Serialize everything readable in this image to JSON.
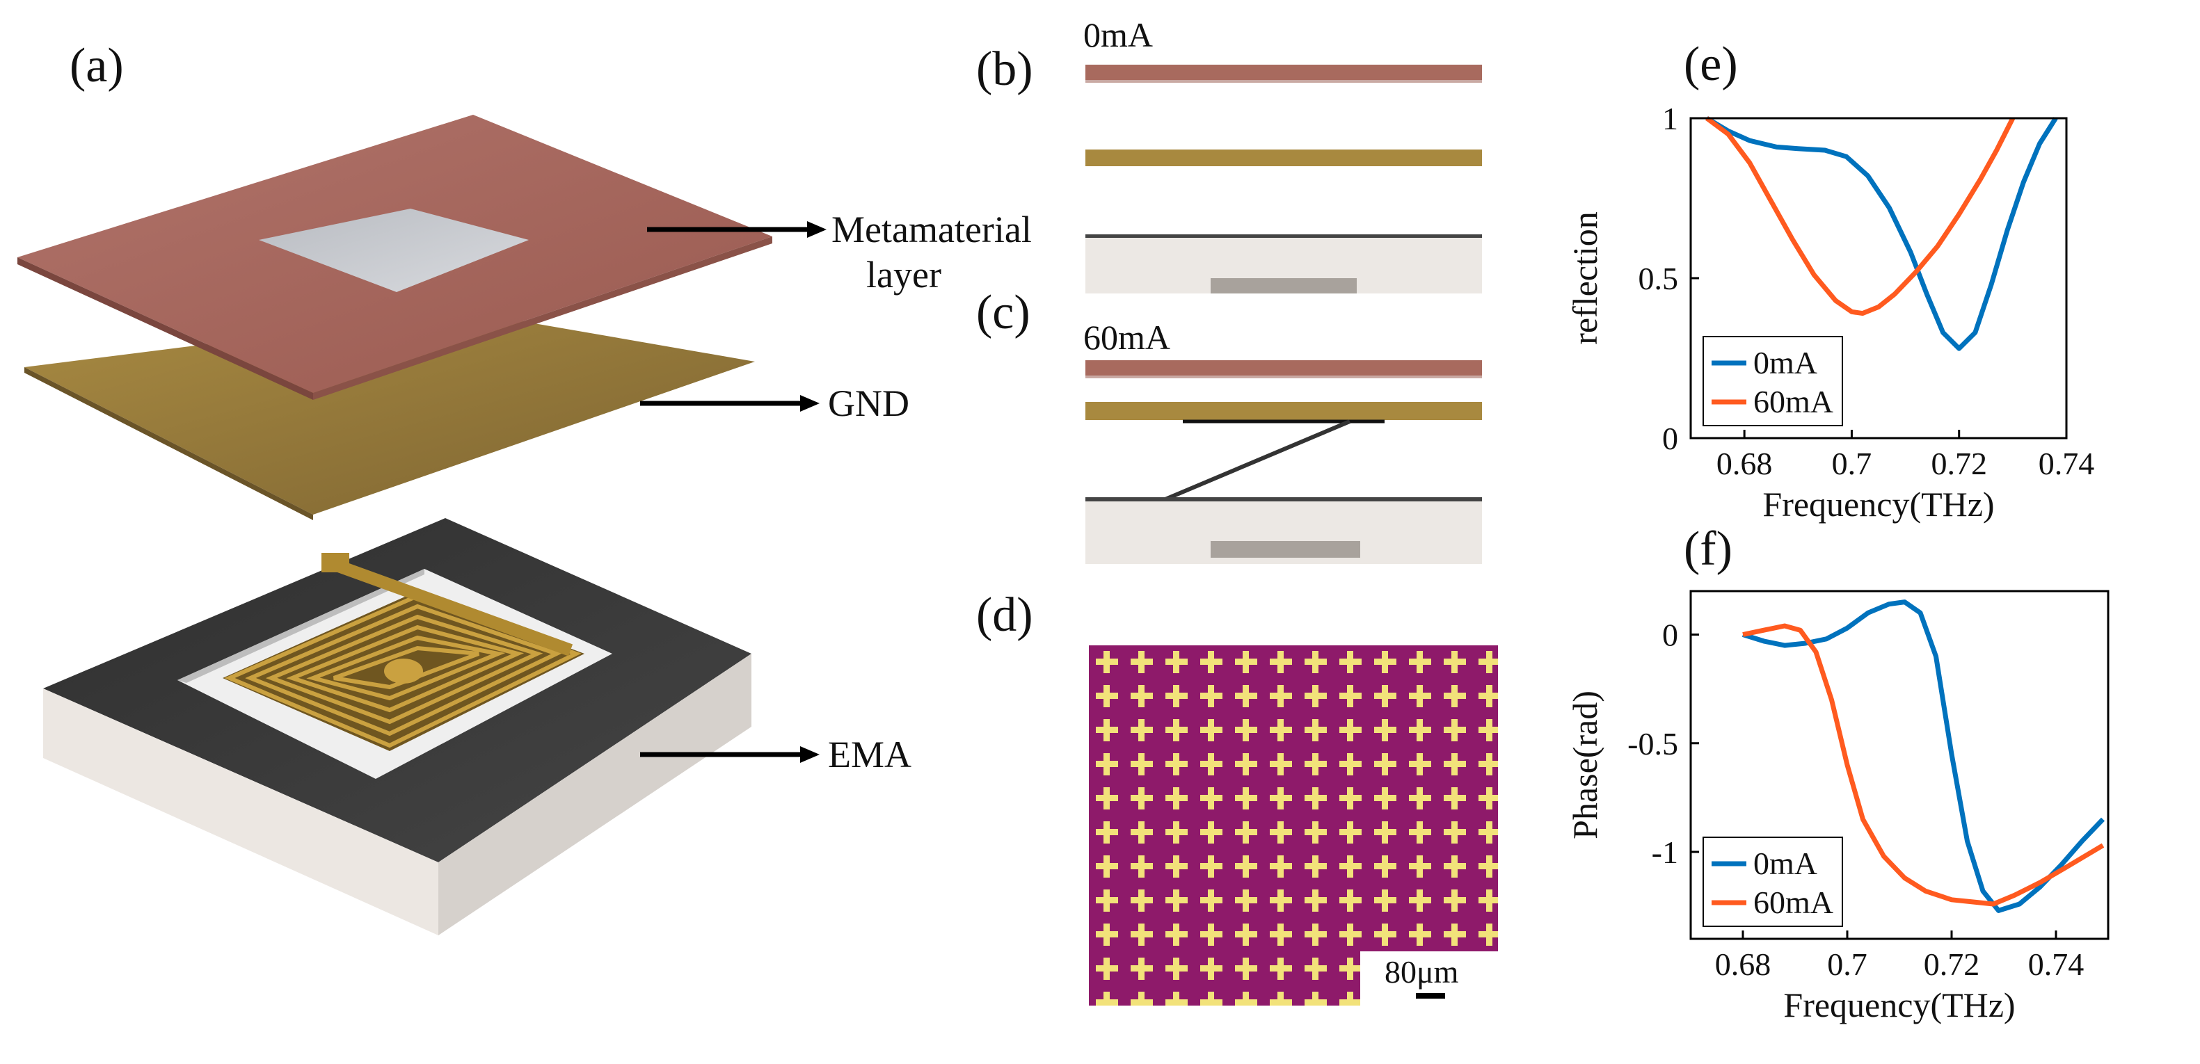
{
  "panel_labels": {
    "a": "(a)",
    "b": "(b)",
    "c": "(c)",
    "d": "(d)",
    "e": "(e)",
    "f": "(f)"
  },
  "layers": {
    "metamaterial_label_line1": "Metamaterial",
    "metamaterial_label_line2": "layer",
    "gnd_label": "GND",
    "ema_label": "EMA"
  },
  "cross_sections": {
    "b_current": "0mA",
    "c_current": "60mA"
  },
  "micrograph": {
    "scale_bar": "80μm"
  },
  "colors": {
    "metamaterial": "#a86a5e",
    "gnd": "#a8893f",
    "ema_top": "#3a3a3a",
    "substrate": "#ece8e4",
    "series_0mA": "#0072bd",
    "series_60mA": "#ff5a1f",
    "micrograph_bg": "#8e1a6a",
    "micrograph_cross": "#f2e27a"
  },
  "chart_data": [
    {
      "id": "e",
      "type": "line",
      "xlabel": "Frequency(THz)",
      "ylabel": "reflection",
      "xlim": [
        0.67,
        0.74
      ],
      "ylim": [
        0,
        1
      ],
      "xticks": [
        "0.68",
        "0.7",
        "0.72",
        "0.74"
      ],
      "yticks": [
        "0",
        "0.5",
        "1"
      ],
      "legend_position": "bottom-left",
      "series": [
        {
          "name": "0mA",
          "color": "#0072bd",
          "x": [
            0.673,
            0.677,
            0.681,
            0.686,
            0.69,
            0.695,
            0.699,
            0.703,
            0.707,
            0.711,
            0.714,
            0.717,
            0.72,
            0.723,
            0.726,
            0.729,
            0.732,
            0.735,
            0.738
          ],
          "y": [
            1.0,
            0.96,
            0.93,
            0.91,
            0.905,
            0.9,
            0.88,
            0.82,
            0.72,
            0.58,
            0.45,
            0.33,
            0.28,
            0.33,
            0.48,
            0.65,
            0.8,
            0.92,
            1.0
          ]
        },
        {
          "name": "60mA",
          "color": "#ff5a1f",
          "x": [
            0.673,
            0.677,
            0.681,
            0.685,
            0.689,
            0.693,
            0.697,
            0.7,
            0.702,
            0.705,
            0.708,
            0.712,
            0.716,
            0.72,
            0.724,
            0.727,
            0.73
          ],
          "y": [
            1.0,
            0.95,
            0.86,
            0.74,
            0.62,
            0.51,
            0.43,
            0.395,
            0.39,
            0.41,
            0.45,
            0.52,
            0.6,
            0.7,
            0.81,
            0.9,
            1.0
          ]
        }
      ]
    },
    {
      "id": "f",
      "type": "line",
      "xlabel": "Frequency(THz)",
      "ylabel": "Phase(rad)",
      "xlim": [
        0.67,
        0.75
      ],
      "ylim": [
        -1.4,
        0.2
      ],
      "xticks": [
        "0.68",
        "0.7",
        "0.72",
        "0.74"
      ],
      "yticks": [
        "0",
        "-0.5",
        "-1"
      ],
      "legend_position": "bottom-left",
      "series": [
        {
          "name": "0mA",
          "color": "#0072bd",
          "x": [
            0.68,
            0.684,
            0.688,
            0.692,
            0.696,
            0.7,
            0.704,
            0.708,
            0.711,
            0.714,
            0.717,
            0.72,
            0.723,
            0.726,
            0.729,
            0.733,
            0.737,
            0.741,
            0.745,
            0.749
          ],
          "y": [
            0.0,
            -0.03,
            -0.05,
            -0.04,
            -0.02,
            0.03,
            0.1,
            0.14,
            0.15,
            0.1,
            -0.1,
            -0.55,
            -0.95,
            -1.18,
            -1.27,
            -1.24,
            -1.16,
            -1.06,
            -0.95,
            -0.85
          ]
        },
        {
          "name": "60mA",
          "color": "#ff5a1f",
          "x": [
            0.68,
            0.684,
            0.688,
            0.691,
            0.694,
            0.697,
            0.7,
            0.703,
            0.707,
            0.711,
            0.715,
            0.72,
            0.724,
            0.728,
            0.732,
            0.737,
            0.742,
            0.749
          ],
          "y": [
            0.0,
            0.02,
            0.04,
            0.02,
            -0.08,
            -0.3,
            -0.6,
            -0.85,
            -1.02,
            -1.12,
            -1.18,
            -1.22,
            -1.23,
            -1.24,
            -1.2,
            -1.14,
            -1.07,
            -0.97
          ]
        }
      ]
    }
  ]
}
